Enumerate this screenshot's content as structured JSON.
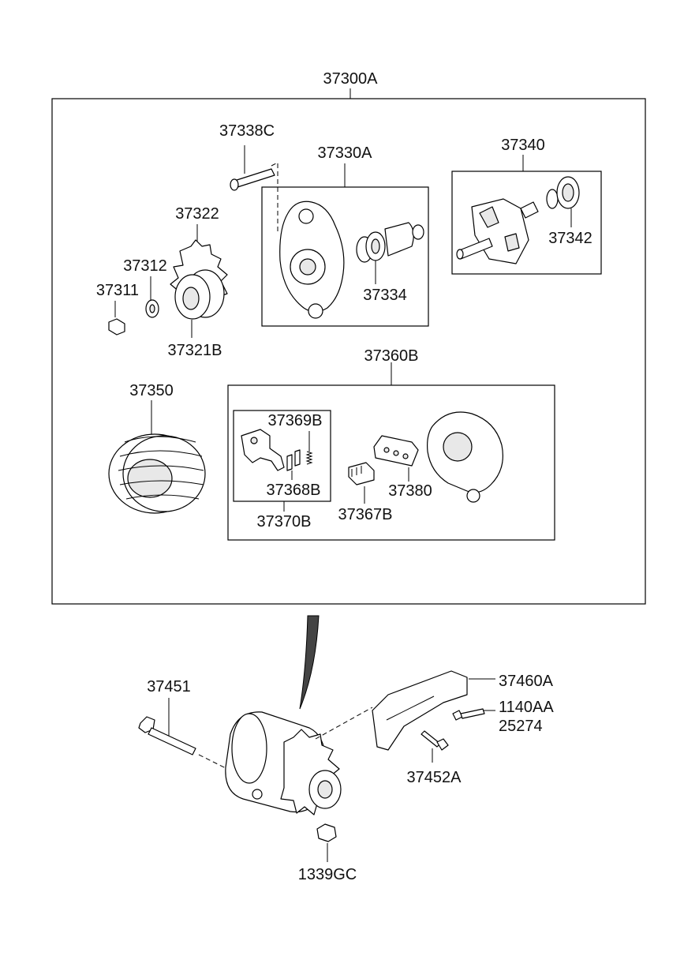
{
  "assembly": {
    "main_label": "37300A",
    "bracket_label": "37330A",
    "rotor_label": "37340",
    "rectifier_label": "37360B",
    "brush_holder_label": "37370B"
  },
  "parts": {
    "bolt_thru": "37338C",
    "fan": "37322",
    "spacer": "37312",
    "nut": "37311",
    "pulley": "37321B",
    "bearing_front": "37334",
    "bearing_rear": "37342",
    "stator": "37350",
    "brush": "37369B",
    "spring": "37368B",
    "regulator": "37367B",
    "rectifier": "37380",
    "mount_bolt": "37451",
    "bracket": "37460A",
    "bolt_a": "1140AA",
    "washer": "25274",
    "bolt_b": "37452A",
    "nut_b": "1339GC"
  }
}
